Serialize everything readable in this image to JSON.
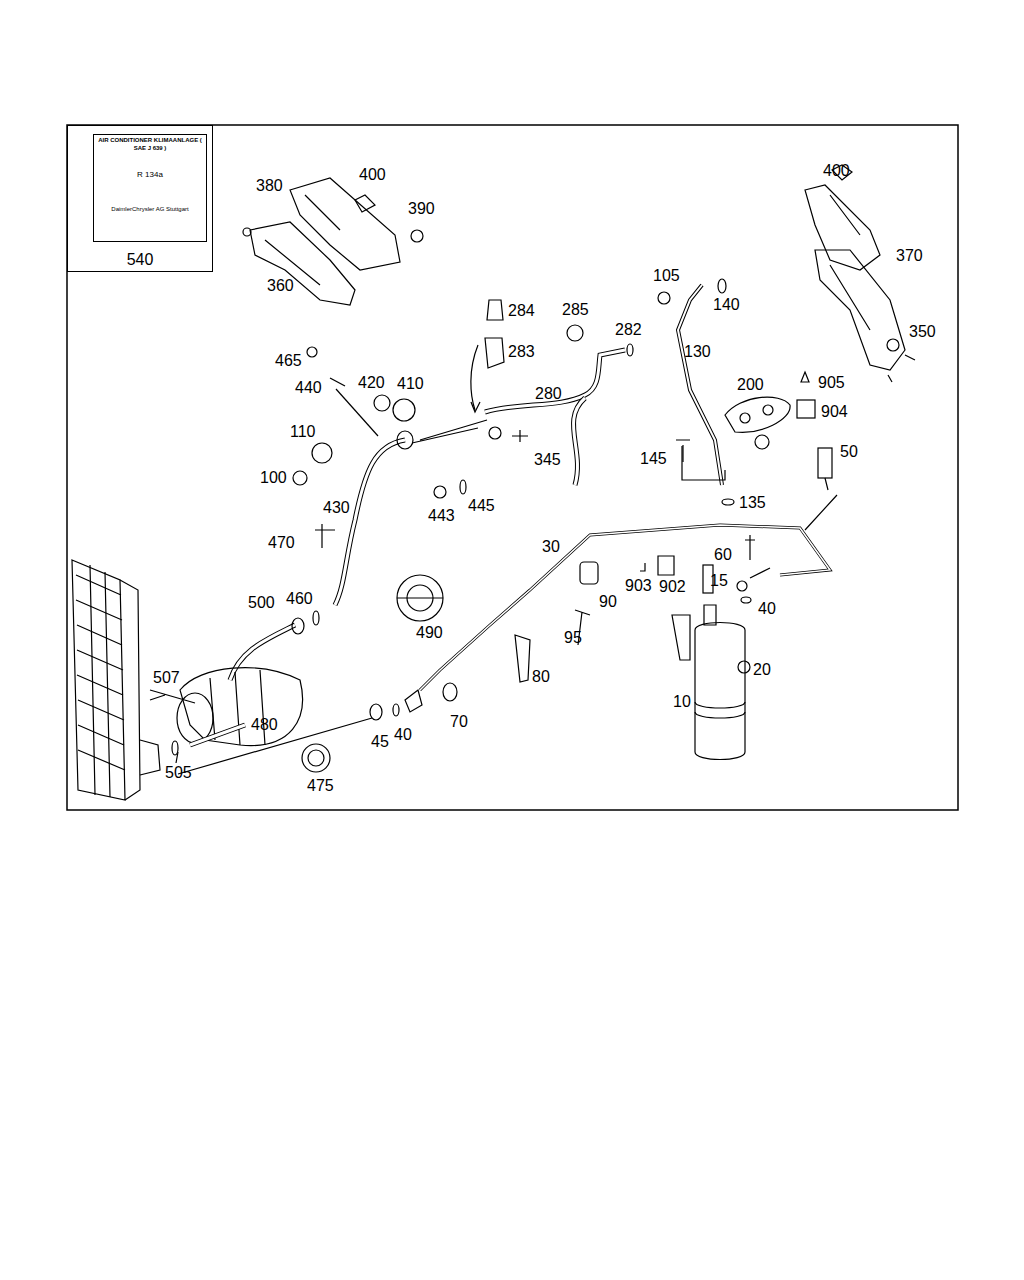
{
  "diagram": {
    "nodes": [
      {
        "text": [
          "540"
        ]
      },
      {
        "text": [
          "AIR CONDITIONER KLIMAANLAGE ( SAE J 639 )",
          "R 134a",
          "DaimlerChrysler AG Stuttgart"
        ],
        "in": 0
      }
    ],
    "labels": [
      "380",
      "400",
      "390",
      "360",
      "400",
      "370",
      "350",
      "105",
      "140",
      "130",
      "284",
      "283",
      "285",
      "282",
      "465",
      "440",
      "420",
      "410",
      "280",
      "200",
      "905",
      "904",
      "110",
      "345",
      "145",
      "50",
      "100",
      "443",
      "445",
      "135",
      "430",
      "30",
      "470",
      "60",
      "903",
      "902",
      "15",
      "90",
      "500",
      "460",
      "40",
      "490",
      "95",
      "507",
      "80",
      "20",
      "10",
      "480",
      "45",
      "40",
      "70",
      "505",
      "475"
    ]
  }
}
